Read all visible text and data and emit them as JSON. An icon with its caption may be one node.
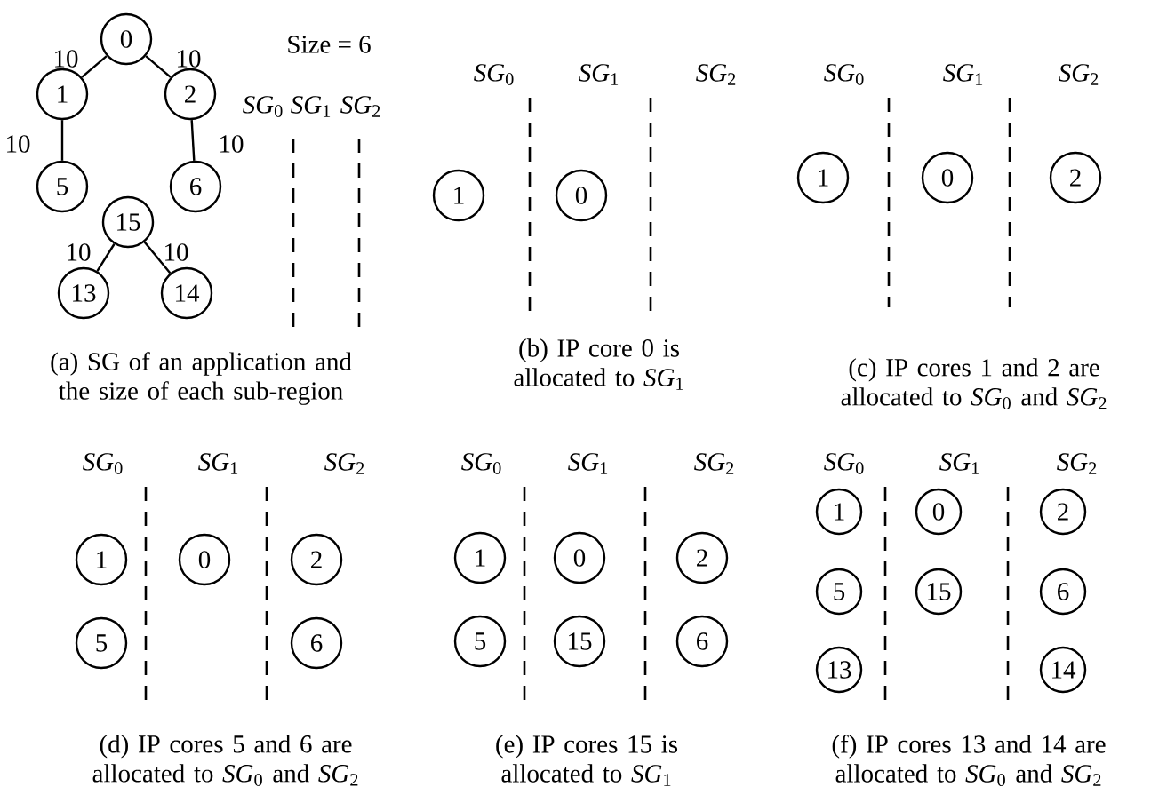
{
  "diagram": {
    "nodes": [
      {
        "text": [
          "0"
        ]
      },
      {
        "text": [
          "1"
        ]
      },
      {
        "text": [
          "2"
        ]
      },
      {
        "text": [
          "5"
        ]
      },
      {
        "text": [
          "6"
        ]
      },
      {
        "text": [
          "15"
        ]
      },
      {
        "text": [
          "13"
        ]
      },
      {
        "text": [
          "14"
        ]
      },
      {
        "text": [
          "1"
        ]
      },
      {
        "text": [
          "0"
        ]
      },
      {
        "text": [
          "1"
        ]
      },
      {
        "text": [
          "0"
        ]
      },
      {
        "text": [
          "2"
        ]
      },
      {
        "text": [
          "1"
        ]
      },
      {
        "text": [
          "0"
        ]
      },
      {
        "text": [
          "2"
        ]
      },
      {
        "text": [
          "5"
        ]
      },
      {
        "text": [
          "6"
        ]
      },
      {
        "text": [
          "1"
        ]
      },
      {
        "text": [
          "0"
        ]
      },
      {
        "text": [
          "2"
        ]
      },
      {
        "text": [
          "5"
        ]
      },
      {
        "text": [
          "15"
        ]
      },
      {
        "text": [
          "6"
        ]
      },
      {
        "text": [
          "1"
        ]
      },
      {
        "text": [
          "0"
        ]
      },
      {
        "text": [
          "2"
        ]
      },
      {
        "text": [
          "5"
        ]
      },
      {
        "text": [
          "15"
        ]
      },
      {
        "text": [
          "6"
        ]
      },
      {
        "text": [
          "13"
        ]
      },
      {
        "text": [
          "14"
        ]
      }
    ],
    "edges": [
      {
        "from": 0,
        "to": 1,
        "arrow": "none",
        "label": "10"
      },
      {
        "from": 0,
        "to": 2,
        "arrow": "none",
        "label": "10"
      },
      {
        "from": 1,
        "to": 3,
        "arrow": "none",
        "label": "10"
      },
      {
        "from": 2,
        "to": 4,
        "arrow": "none",
        "label": "10"
      },
      {
        "from": 5,
        "to": 6,
        "arrow": "none",
        "label": "10"
      },
      {
        "from": 5,
        "to": 7,
        "arrow": "none",
        "label": "10"
      }
    ],
    "labels": [
      "Size = 6",
      "*SG*$_{0}$",
      "*SG*$_{1}$",
      "*SG*$_{2}$",
      "*SG*$_{0}$",
      "*SG*$_{1}$",
      "*SG*$_{2}$",
      "*SG*$_{0}$",
      "*SG*$_{1}$",
      "*SG*$_{2}$",
      "(a) SG of an application and the size of each sub-region",
      "(b) IP core 0 is allocated to *SG*$_{1}$",
      "(c) IP cores 1 and 2 are allocated to *SG*$_{0}$ and *SG*$_{2}$",
      "*SG*$_{0}$",
      "*SG*$_{1}$",
      "*SG*$_{2}$",
      "*SG*$_{0}$",
      "*SG*$_{1}$",
      "*SG*$_{2}$",
      "*SG*$_{0}$",
      "*SG*$_{1}$",
      "*SG*$_{2}$",
      "(d) IP cores 5 and 6 are allocated to *SG*$_{0}$ and *SG*$_{2}$",
      "(e) IP cores 15 is allocated to *SG*$_{1}$",
      "(f) IP cores 13 and 14 are allocated to *SG*$_{0}$ and *SG*$_{2}$"
    ]
  }
}
